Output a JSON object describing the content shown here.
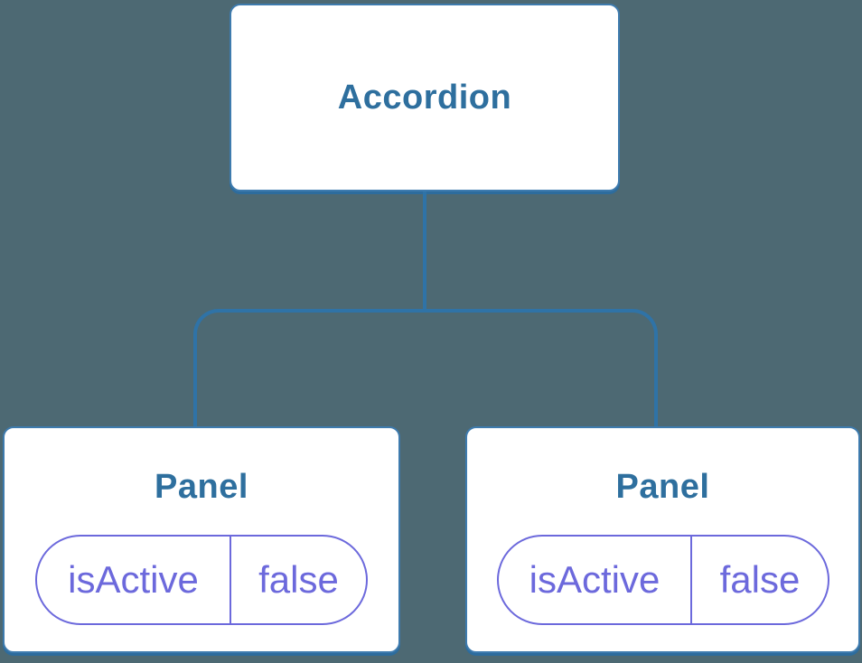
{
  "diagram": {
    "type": "component-tree",
    "background_color": "#4D6973",
    "card_border_color": "#3E7BAE",
    "connector_color": "#2F73A7",
    "title_color": "#2E6F9E",
    "state_color": "#6C69DC",
    "root": {
      "label": "Accordion"
    },
    "children": [
      {
        "label": "Panel",
        "state": {
          "key": "isActive",
          "value": "false"
        }
      },
      {
        "label": "Panel",
        "state": {
          "key": "isActive",
          "value": "false"
        }
      }
    ]
  }
}
